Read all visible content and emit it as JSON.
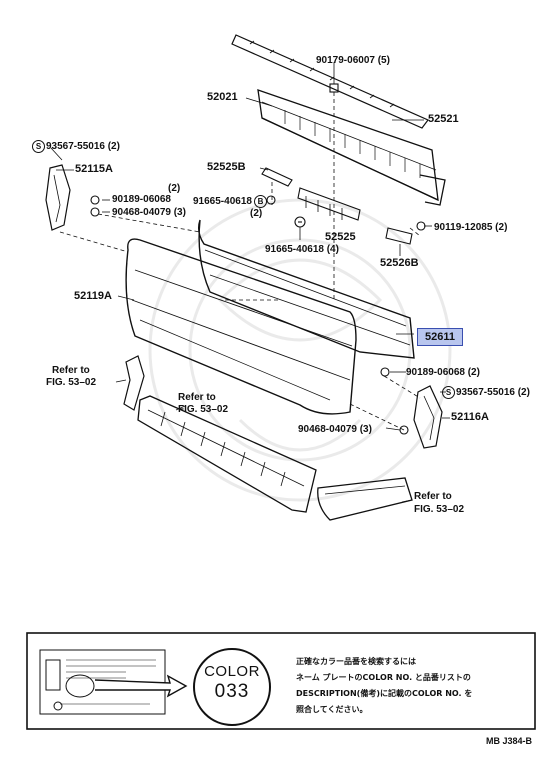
{
  "callouts": [
    {
      "id": "p_90179",
      "text": "90179-06007 (5)"
    },
    {
      "id": "p_52021",
      "text": "52021"
    },
    {
      "id": "p_52521",
      "text": "52521"
    },
    {
      "id": "p_93567_l",
      "text": "93567-55016 (2)"
    },
    {
      "id": "p_52115a",
      "text": "52115A"
    },
    {
      "id": "p_52525b",
      "text": "52525B"
    },
    {
      "id": "p_q2a",
      "text": "(2)"
    },
    {
      "id": "p_90189_l",
      "text": "90189-06068"
    },
    {
      "id": "p_90468_l",
      "text": "90468-04079 (3)"
    },
    {
      "id": "p_91665_a",
      "text": "91665-40618"
    },
    {
      "id": "p_q2b",
      "text": "(2)"
    },
    {
      "id": "p_90119",
      "text": "90119-12085 (2)"
    },
    {
      "id": "p_52525",
      "text": "52525"
    },
    {
      "id": "p_91665_b",
      "text": "91665-40618 (4)"
    },
    {
      "id": "p_52526b",
      "text": "52526B"
    },
    {
      "id": "p_52119a",
      "text": "52119A"
    },
    {
      "id": "p_refer1",
      "text": "Refer to"
    },
    {
      "id": "p_fig1",
      "text": "FIG. 53–02"
    },
    {
      "id": "p_90189_r",
      "text": "90189-06068 (2)"
    },
    {
      "id": "p_93567_r",
      "text": "93567-55016 (2)"
    },
    {
      "id": "p_refer2",
      "text": "Refer to"
    },
    {
      "id": "p_fig2",
      "text": "FIG. 53–02"
    },
    {
      "id": "p_52116a",
      "text": "52116A"
    },
    {
      "id": "p_90468_r",
      "text": "90468-04079 (3)"
    },
    {
      "id": "p_refer3",
      "text": "Refer to"
    },
    {
      "id": "p_fig3",
      "text": "FIG. 53–02"
    }
  ],
  "highlighted_part": "52611",
  "legend_box": {
    "color_word": "COLOR",
    "color_number": "033",
    "note_lines": [
      "正確なカラー品番を検索するには",
      "ネーム プレートのCOLOR NO. と品番リストの",
      "DESCRIPTION(備考)に記載のCOLOR NO. を",
      "照合してください。"
    ]
  },
  "page_ref": "MB J384-B",
  "colors": {
    "highlight_fill": "#b9c6ee",
    "highlight_border": "#3a4fb0",
    "line": "#111111"
  }
}
